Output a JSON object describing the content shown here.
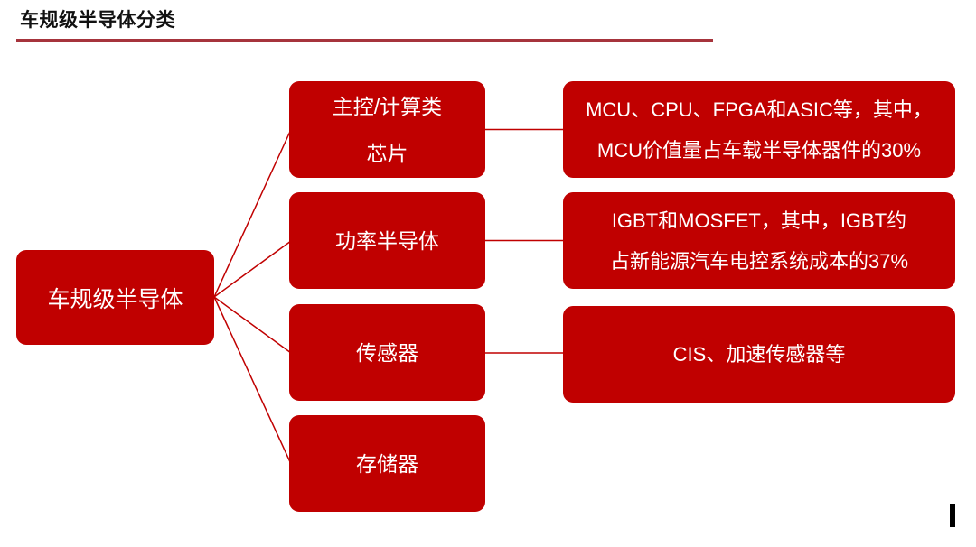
{
  "title": "车规级半导体分类",
  "colors": {
    "box_red": "#c00000",
    "connector_red": "#c00000",
    "title_underline_red": "#a6343c",
    "text_on_box": "#ffffff",
    "title_text": "#111111"
  },
  "tree": {
    "root_label": "车规级半导体",
    "branches": [
      {
        "label": "主控/计算类\n芯片",
        "description": "MCU、CPU、FPGA和ASIC等，其中，\nMCU价值量占车载半导体器件的30%"
      },
      {
        "label": "功率半导体",
        "description": "IGBT和MOSFET，其中，IGBT约\n占新能源汽车电控系统成本的37%"
      },
      {
        "label": "传感器",
        "description": "CIS、加速传感器等"
      },
      {
        "label": "存储器",
        "description": ""
      }
    ]
  }
}
